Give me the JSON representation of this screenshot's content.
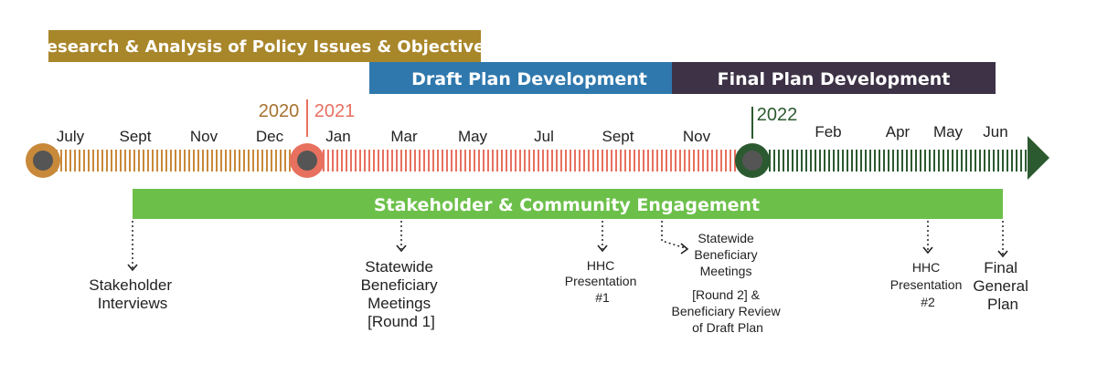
{
  "phases": {
    "research": {
      "label": "Research & Analysis of Policy Issues & Objectives",
      "color": "#a8862a"
    },
    "draft": {
      "label": "Draft Plan Development",
      "color": "#2f78ad"
    },
    "final": {
      "label": "Final Plan Development",
      "color": "#3d3246"
    },
    "engagement": {
      "label": "Stakeholder & Community Engagement",
      "color": "#6cc04a"
    }
  },
  "years": {
    "y2020": {
      "label": "2020",
      "color": "#a8712f"
    },
    "y2021": {
      "label": "2021",
      "color": "#e8705f"
    },
    "y2022": {
      "label": "2022",
      "color": "#2c5a30"
    }
  },
  "months": [
    "July",
    "Sept",
    "Nov",
    "Dec",
    "Jan",
    "Mar",
    "May",
    "Jul",
    "Sept",
    "Nov",
    "Feb",
    "Apr",
    "May",
    "Jun"
  ],
  "colors": {
    "seg2020": "#c8893a",
    "seg2021": "#e8705f",
    "seg2022": "#2c5a30",
    "marker_center": "#555555",
    "text": "#222222"
  },
  "milestones": {
    "stakeholder_interviews": [
      "Stakeholder",
      "Interviews"
    ],
    "statewide_round1": [
      "Statewide",
      "Beneficiary",
      "Meetings",
      "[Round 1]"
    ],
    "hhc1": [
      "HHC",
      "Presentation",
      "#1"
    ],
    "statewide_round2": [
      "Statewide",
      "Beneficiary",
      "Meetings",
      "[Round 2] &",
      "Beneficiary Review",
      "of Draft Plan"
    ],
    "hhc2": [
      "HHC",
      "Presentation",
      "#2"
    ],
    "final_plan": [
      "Final",
      "General",
      "Plan"
    ]
  }
}
